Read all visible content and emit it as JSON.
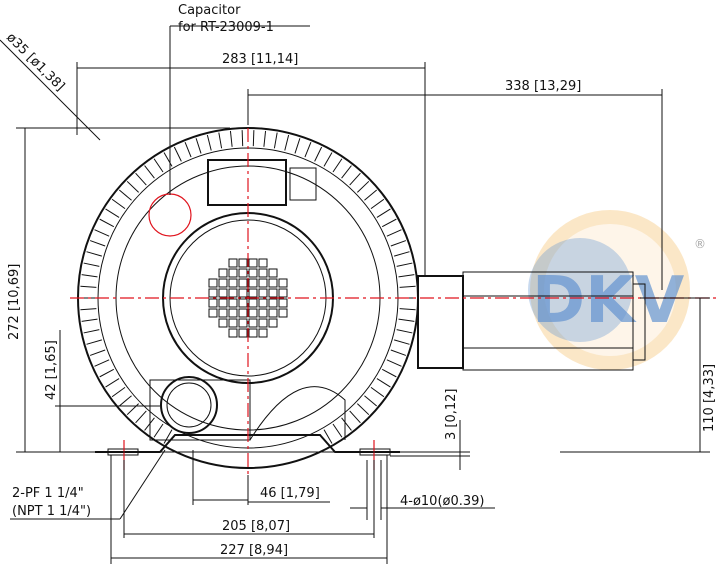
{
  "drawing": {
    "capacitor_note": [
      "Capacitor",
      "for RT-23009-1"
    ],
    "dimensions": {
      "width_283": "283 [11,14]",
      "width_338": "338 [13,29]",
      "diameter_35": "ø35 [ø1,38]",
      "height_272": "272 [10,69]",
      "height_42": "42 [1,65]",
      "height_3": "3 [0,12]",
      "height_110": "110 [4,33]",
      "width_46": "46 [1,79]",
      "width_205": "205 [8,07]",
      "width_227": "227 [8,94]",
      "holes": "4-ø10(ø0.39)"
    },
    "port_note": [
      "2-PF 1 1/4\"",
      "(NPT 1 1/4\")"
    ],
    "logo": {
      "text": "DKV",
      "registered": "®",
      "colors": {
        "blue": "#2f6fc0",
        "orange": "#f2a32a"
      }
    },
    "colors": {
      "centerline": "#e0141e",
      "line": "#111111"
    }
  }
}
